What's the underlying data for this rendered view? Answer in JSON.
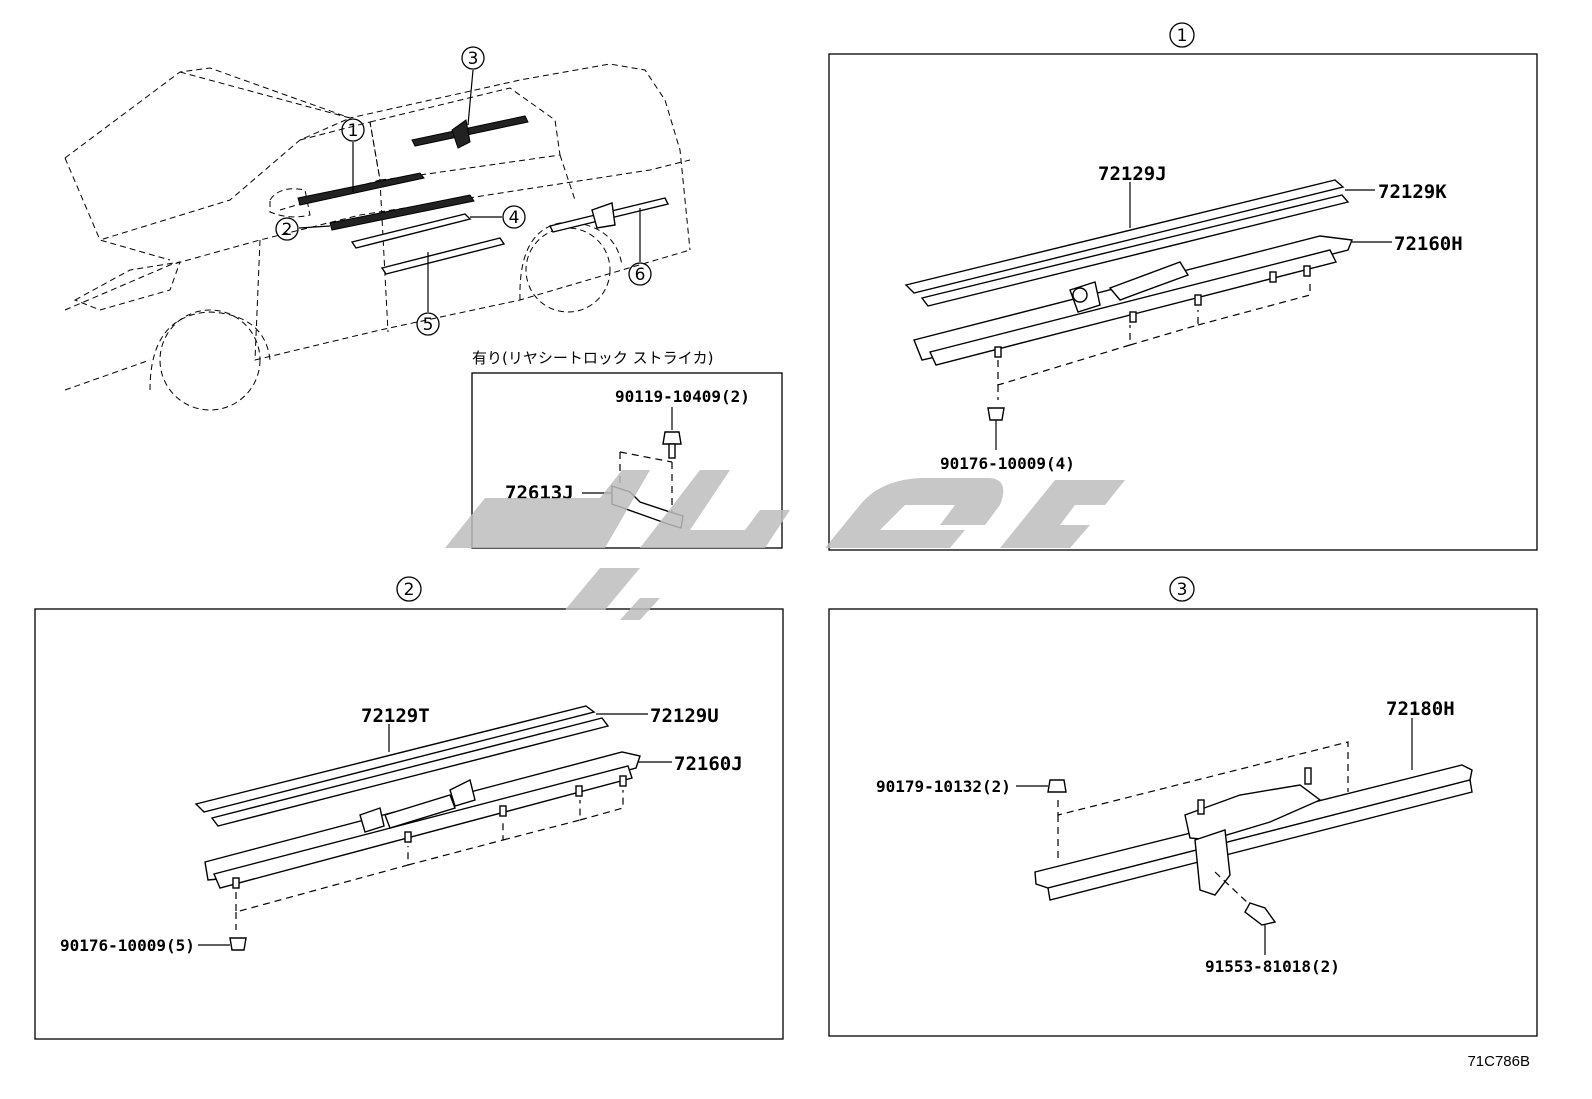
{
  "overview": {
    "callouts": [
      {
        "n": "1"
      },
      {
        "n": "2"
      },
      {
        "n": "3"
      },
      {
        "n": "4"
      },
      {
        "n": "5"
      },
      {
        "n": "6"
      }
    ],
    "striker_note": "有り(リヤシートロック ストライカ)",
    "striker_parts": {
      "bolt": "90119-10409(2)",
      "striker": "72613J"
    }
  },
  "panel1": {
    "header": "1",
    "parts": {
      "a": "72129J",
      "b": "72129K",
      "c": "72160H",
      "d": "90176-10009(4)"
    }
  },
  "panel2": {
    "header": "2",
    "parts": {
      "a": "72129T",
      "b": "72129U",
      "c": "72160J",
      "d": "90176-10009(5)"
    }
  },
  "panel3": {
    "header": "3",
    "parts": {
      "a": "72180H",
      "b": "90179-10132(2)",
      "c": "91553-81018(2)"
    }
  },
  "figure_code": "71C786B"
}
